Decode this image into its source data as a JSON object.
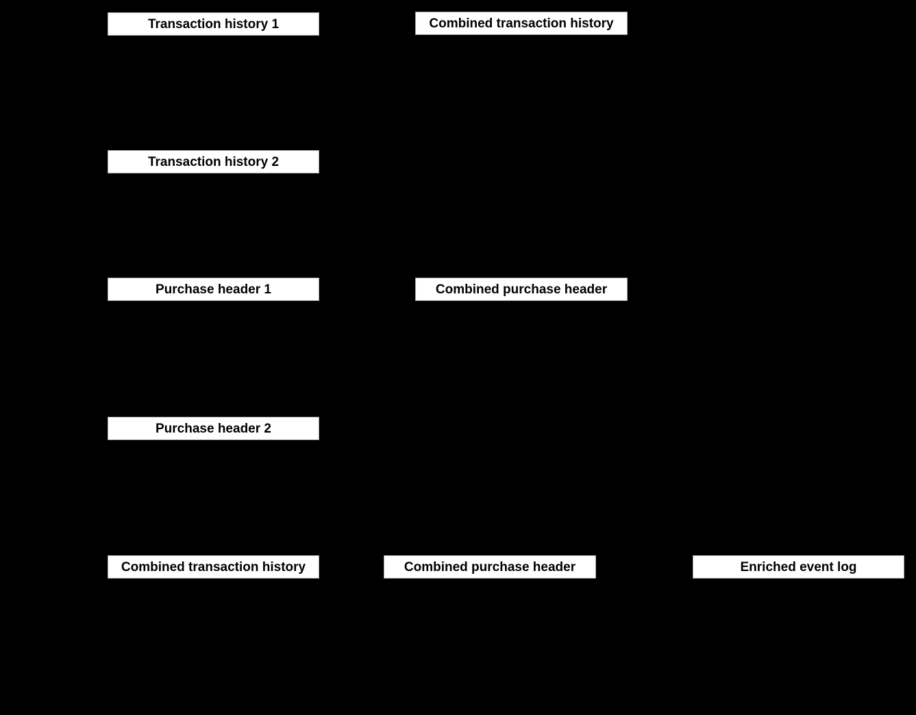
{
  "diagram": {
    "description_colors": {
      "background": "#000000",
      "box_fill": "#ffffff",
      "box_border": "#a6a6a6",
      "box_text": "#000000"
    },
    "boxes": [
      {
        "label": "Transaction history 1"
      },
      {
        "label": "Combined transaction history"
      },
      {
        "label": "Transaction history 2"
      },
      {
        "label": "Purchase header 1"
      },
      {
        "label": "Combined purchase header"
      },
      {
        "label": "Purchase header 2"
      },
      {
        "label": "Combined transaction history"
      },
      {
        "label": "Combined purchase header"
      },
      {
        "label": "Enriched event log"
      }
    ]
  }
}
